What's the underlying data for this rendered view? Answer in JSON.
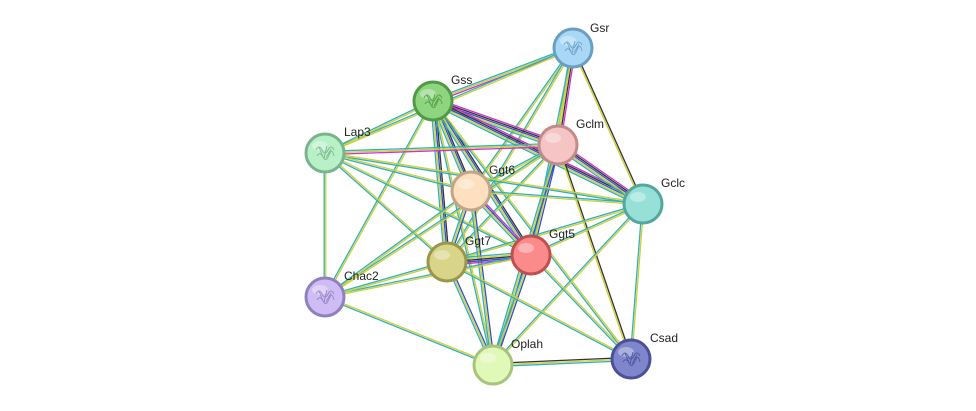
{
  "nodes": [
    {
      "id": "Gsr",
      "label": "Gsr",
      "fill": "#a8d8f5",
      "stroke": "#6a9fc0",
      "structure": true
    },
    {
      "id": "Gss",
      "label": "Gss",
      "fill": "#8fd47f",
      "stroke": "#4f9a45",
      "structure": true
    },
    {
      "id": "Gclm",
      "label": "Gclm",
      "fill": "#f5c4c4",
      "stroke": "#c48a8a",
      "structure": false
    },
    {
      "id": "Lap3",
      "label": "Lap3",
      "fill": "#b8f0c8",
      "stroke": "#78b48c",
      "structure": true
    },
    {
      "id": "Gclc",
      "label": "Gclc",
      "fill": "#96e0d8",
      "stroke": "#55a69e",
      "structure": false
    },
    {
      "id": "Ggt6",
      "label": "Ggt6",
      "fill": "#fde0c0",
      "stroke": "#c4a484",
      "structure": false
    },
    {
      "id": "Ggt5",
      "label": "Ggt5",
      "fill": "#fb8a8a",
      "stroke": "#c05050",
      "structure": false
    },
    {
      "id": "Ggt7",
      "label": "Ggt7",
      "fill": "#d8d488",
      "stroke": "#9a964c",
      "structure": false
    },
    {
      "id": "Chac2",
      "label": "Chac2",
      "fill": "#d0bcf5",
      "stroke": "#9080c0",
      "structure": true
    },
    {
      "id": "Oplah",
      "label": "Oplah",
      "fill": "#e0f8b8",
      "stroke": "#a8c47c",
      "structure": false
    },
    {
      "id": "Csad",
      "label": "Csad",
      "fill": "#7f86cc",
      "stroke": "#4a5196",
      "structure": true
    }
  ],
  "edges": [
    {
      "source": "Gsr",
      "target": "Gss",
      "colors": [
        "#d030d0",
        "#d0d030",
        "#30b0c0"
      ]
    },
    {
      "source": "Gsr",
      "target": "Gclm",
      "colors": [
        "#d030d0",
        "#333333",
        "#d0d030",
        "#30b0c0"
      ]
    },
    {
      "source": "Gsr",
      "target": "Gclc",
      "colors": [
        "#333333",
        "#d0d030"
      ]
    },
    {
      "source": "Gsr",
      "target": "Ggt6",
      "colors": [
        "#d0d030",
        "#30b0c0"
      ]
    },
    {
      "source": "Gsr",
      "target": "Ggt5",
      "colors": [
        "#d0d030",
        "#30b0c0"
      ]
    },
    {
      "source": "Gsr",
      "target": "Ggt7",
      "colors": [
        "#d0d030",
        "#30b0c0"
      ]
    },
    {
      "source": "Gsr",
      "target": "Lap3",
      "colors": [
        "#d0d030",
        "#30b0c0"
      ]
    },
    {
      "source": "Gss",
      "target": "Gclm",
      "colors": [
        "#d030d0",
        "#333333",
        "#3050d0",
        "#d0d030",
        "#30b0c0"
      ]
    },
    {
      "source": "Gss",
      "target": "Gclc",
      "colors": [
        "#d030d0",
        "#333333",
        "#3050d0",
        "#d0d030",
        "#30b0c0"
      ]
    },
    {
      "source": "Gss",
      "target": "Lap3",
      "colors": [
        "#d0d030",
        "#30b0c0"
      ]
    },
    {
      "source": "Gss",
      "target": "Ggt6",
      "colors": [
        "#333333",
        "#3050d0",
        "#d0d030",
        "#30b0c0"
      ]
    },
    {
      "source": "Gss",
      "target": "Ggt5",
      "colors": [
        "#333333",
        "#3050d0",
        "#d0d030",
        "#30b0c0"
      ]
    },
    {
      "source": "Gss",
      "target": "Ggt7",
      "colors": [
        "#333333",
        "#3050d0",
        "#d0d030",
        "#30b0c0"
      ]
    },
    {
      "source": "Gss",
      "target": "Oplah",
      "colors": [
        "#d0d030",
        "#30b0c0"
      ]
    },
    {
      "source": "Gss",
      "target": "Chac2",
      "colors": [
        "#d0d030",
        "#30b0c0"
      ]
    },
    {
      "source": "Gss",
      "target": "Csad",
      "colors": [
        "#d0d030",
        "#30b0c0"
      ]
    },
    {
      "source": "Gclm",
      "target": "Gclc",
      "colors": [
        "#d030d0",
        "#333333",
        "#3050d0",
        "#d0d030",
        "#30b0c0"
      ]
    },
    {
      "source": "Gclm",
      "target": "Lap3",
      "colors": [
        "#d030d0",
        "#d0d030",
        "#30b0c0"
      ]
    },
    {
      "source": "Gclm",
      "target": "Ggt6",
      "colors": [
        "#d0d030",
        "#30b0c0"
      ]
    },
    {
      "source": "Gclm",
      "target": "Ggt5",
      "colors": [
        "#3050d0",
        "#d0d030",
        "#30b0c0"
      ]
    },
    {
      "source": "Gclm",
      "target": "Ggt7",
      "colors": [
        "#d0d030",
        "#30b0c0"
      ]
    },
    {
      "source": "Gclm",
      "target": "Oplah",
      "colors": [
        "#3050d0",
        "#d0d030",
        "#30b0c0"
      ]
    },
    {
      "source": "Gclm",
      "target": "Csad",
      "colors": [
        "#333333",
        "#d0d030"
      ]
    },
    {
      "source": "Gclm",
      "target": "Chac2",
      "colors": [
        "#d0d030",
        "#30b0c0"
      ]
    },
    {
      "source": "Lap3",
      "target": "Gclc",
      "colors": [
        "#d0d030",
        "#30b0c0"
      ]
    },
    {
      "source": "Lap3",
      "target": "Ggt6",
      "colors": [
        "#d0d030",
        "#30b0c0"
      ]
    },
    {
      "source": "Lap3",
      "target": "Ggt5",
      "colors": [
        "#d0d030",
        "#30b0c0"
      ]
    },
    {
      "source": "Lap3",
      "target": "Ggt7",
      "colors": [
        "#d0d030",
        "#30b0c0"
      ]
    },
    {
      "source": "Lap3",
      "target": "Chac2",
      "colors": [
        "#d0d030",
        "#30b0c0"
      ]
    },
    {
      "source": "Gclc",
      "target": "Ggt6",
      "colors": [
        "#d0d030",
        "#30b0c0"
      ]
    },
    {
      "source": "Gclc",
      "target": "Ggt5",
      "colors": [
        "#d0d030",
        "#30b0c0"
      ]
    },
    {
      "source": "Gclc",
      "target": "Ggt7",
      "colors": [
        "#d0d030",
        "#30b0c0"
      ]
    },
    {
      "source": "Gclc",
      "target": "Oplah",
      "colors": [
        "#d0d030",
        "#30b0c0"
      ]
    },
    {
      "source": "Gclc",
      "target": "Csad",
      "colors": [
        "#d0d030",
        "#30b0c0"
      ]
    },
    {
      "source": "Ggt6",
      "target": "Ggt5",
      "colors": [
        "#d030d0",
        "#3050d0",
        "#d0d030",
        "#30b0c0"
      ]
    },
    {
      "source": "Ggt6",
      "target": "Ggt7",
      "colors": [
        "#3050d0",
        "#d0d030",
        "#30b0c0"
      ]
    },
    {
      "source": "Ggt6",
      "target": "Oplah",
      "colors": [
        "#3050d0",
        "#d0d030",
        "#30b0c0"
      ]
    },
    {
      "source": "Ggt6",
      "target": "Chac2",
      "colors": [
        "#d0d030",
        "#30b0c0"
      ]
    },
    {
      "source": "Ggt5",
      "target": "Ggt7",
      "colors": [
        "#d030d0",
        "#3050d0",
        "#333333",
        "#d0d030",
        "#30b0c0"
      ]
    },
    {
      "source": "Ggt5",
      "target": "Oplah",
      "colors": [
        "#3050d0",
        "#d0d030",
        "#30b0c0"
      ]
    },
    {
      "source": "Ggt5",
      "target": "Csad",
      "colors": [
        "#d0d030",
        "#30b0c0"
      ]
    },
    {
      "source": "Ggt5",
      "target": "Chac2",
      "colors": [
        "#d0d030",
        "#30b0c0"
      ]
    },
    {
      "source": "Ggt7",
      "target": "Oplah",
      "colors": [
        "#3050d0",
        "#d0d030",
        "#30b0c0"
      ]
    },
    {
      "source": "Ggt7",
      "target": "Chac2",
      "colors": [
        "#d0d030",
        "#30b0c0"
      ]
    },
    {
      "source": "Ggt7",
      "target": "Csad",
      "colors": [
        "#d0d030",
        "#30b0c0"
      ]
    },
    {
      "source": "Chac2",
      "target": "Oplah",
      "colors": [
        "#d0d030",
        "#30b0c0"
      ]
    },
    {
      "source": "Oplah",
      "target": "Csad",
      "colors": [
        "#333333",
        "#d0d030",
        "#30b0c0"
      ]
    }
  ]
}
